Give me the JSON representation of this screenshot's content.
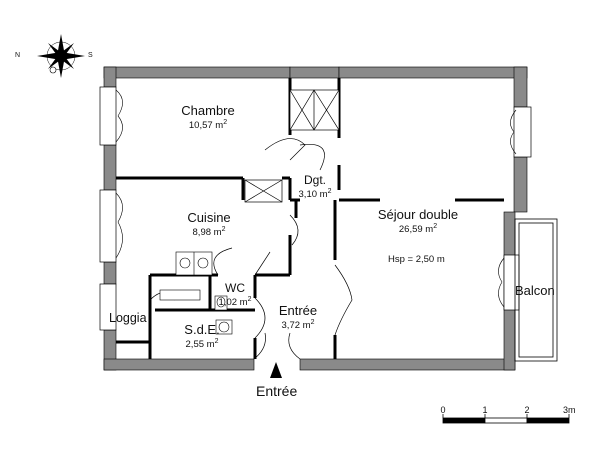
{
  "rooms": {
    "chambre": {
      "name": "Chambre",
      "area": "10,57 m",
      "unit_sup": "2"
    },
    "dgt": {
      "name": "Dgt.",
      "area": "3,10 m",
      "unit_sup": "2"
    },
    "sejour": {
      "name": "Séjour double",
      "area": "26,59 m",
      "unit_sup": "2"
    },
    "cuisine": {
      "name": "Cuisine",
      "area": "8,98 m",
      "unit_sup": "2"
    },
    "wc": {
      "name": "WC",
      "area": "1,02 m",
      "unit_sup": "2"
    },
    "entree": {
      "name": "Entrée",
      "area": "3,72 m",
      "unit_sup": "2"
    },
    "sde": {
      "name": "S.d.E.",
      "area": "2,55 m",
      "unit_sup": "2"
    }
  },
  "labels": {
    "hsp": "Hsp = 2,50 m",
    "loggia": "Loggia",
    "balcon": "Balcon",
    "entrance": "Entrée"
  },
  "compass": {
    "north": "N",
    "south": "S"
  },
  "scale_bar": {
    "ticks": [
      "0",
      "1",
      "2",
      "3m"
    ]
  },
  "colors": {
    "wall": "#8a8a8a",
    "outline": "#000000",
    "door_fill": "#ffffff"
  }
}
